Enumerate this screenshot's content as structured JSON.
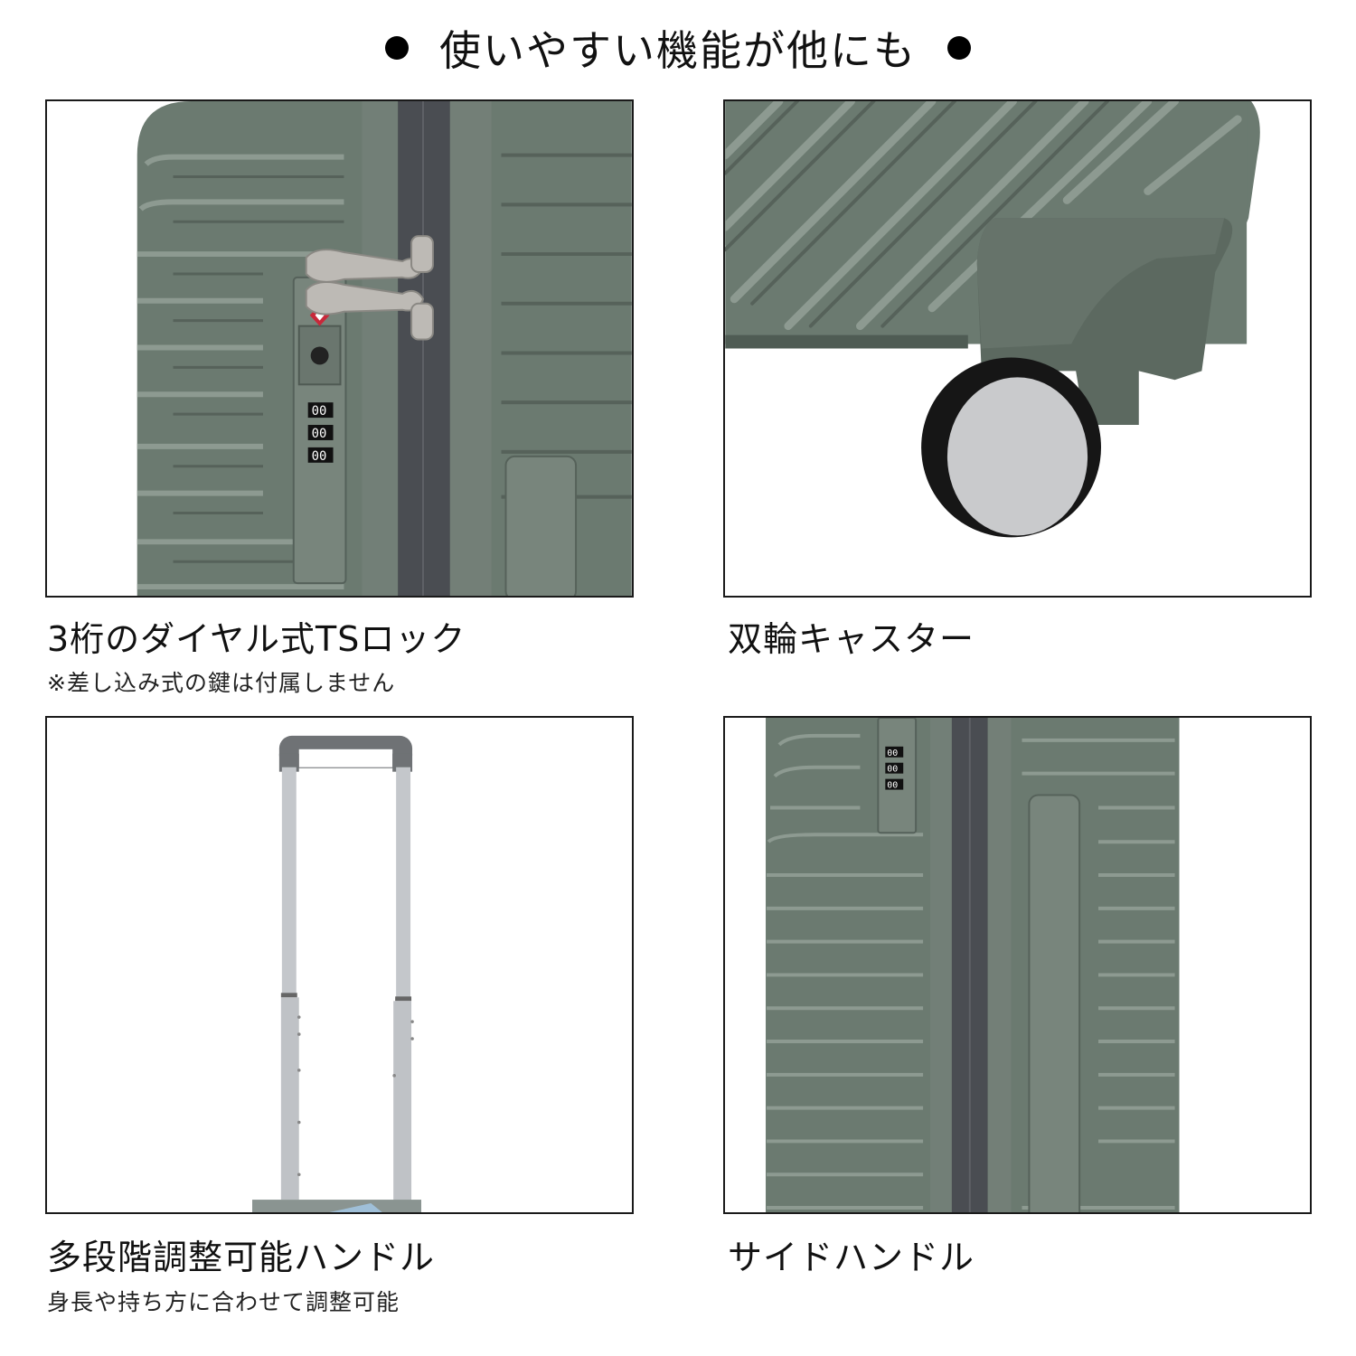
{
  "header": {
    "title": "使いやすい機能が他にも",
    "bullet_left": "●",
    "bullet_right": "●"
  },
  "features": [
    {
      "title": "3桁のダイヤル式TSロック",
      "note": "※差し込み式の鍵は付属しません",
      "image": "tsa-combination-lock-closeup",
      "lock_digits": [
        "0",
        "0",
        "0"
      ]
    },
    {
      "title": "双輪キャスター",
      "image": "double-wheel-caster-closeup"
    },
    {
      "title": "多段階調整可能ハンドル",
      "note": "身長や持ち方に合わせて調整可能",
      "image": "telescoping-trolley-handle"
    },
    {
      "title": "サイドハンドル",
      "image": "side-carry-handle"
    }
  ],
  "colors": {
    "suitcase_green": "#6b7a70",
    "suitcase_dark": "#4f5c54",
    "rib_light": "#8d9a91",
    "zipper": "#4a4d52",
    "wheel_tire": "#161616",
    "wheel_hub": "#c9cacc",
    "handle_silver": "#c4c7cb",
    "handle_grip": "#6f7275",
    "tag_blue": "#9fbfd8",
    "tsa_red": "#c8283a",
    "panel_border": "#1a1a1a"
  }
}
